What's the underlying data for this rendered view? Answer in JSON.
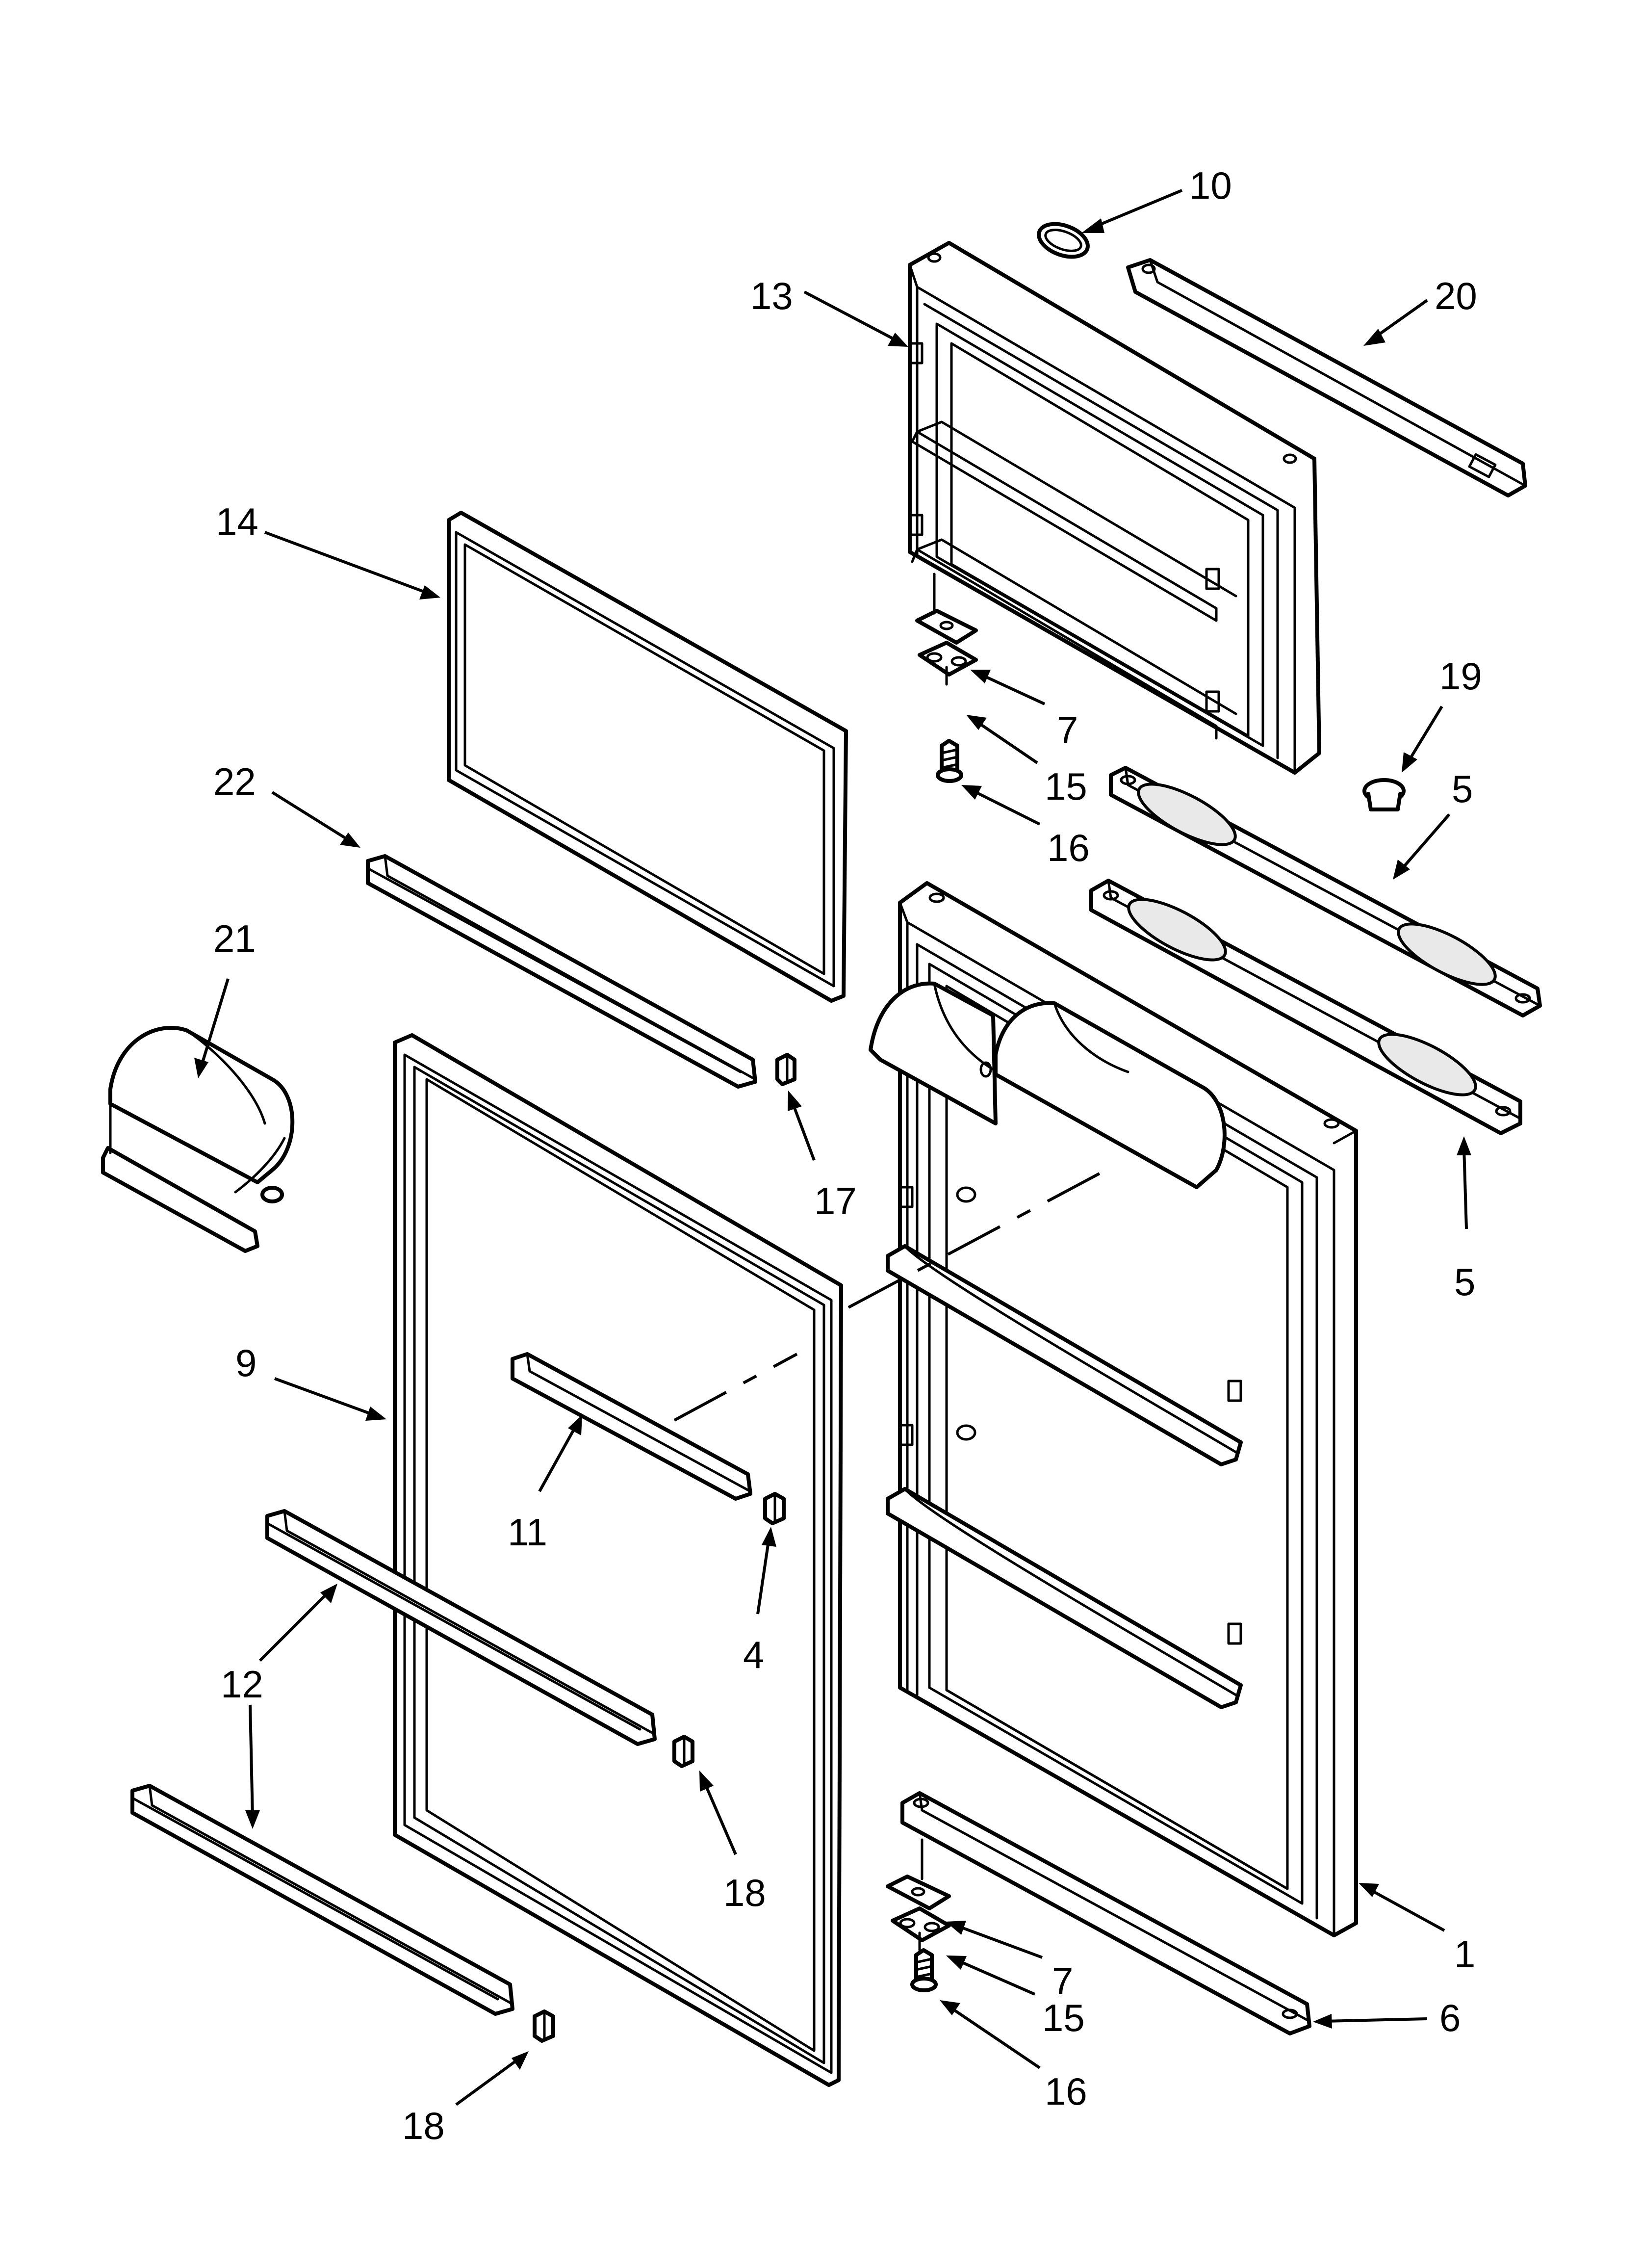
{
  "diagram": {
    "callouts": [
      {
        "id": "c10",
        "label": "10"
      },
      {
        "id": "c20",
        "label": "20"
      },
      {
        "id": "c13",
        "label": "13"
      },
      {
        "id": "c14",
        "label": "14"
      },
      {
        "id": "c19",
        "label": "19"
      },
      {
        "id": "c7a",
        "label": "7"
      },
      {
        "id": "c15a",
        "label": "15"
      },
      {
        "id": "c5a",
        "label": "5"
      },
      {
        "id": "c16a",
        "label": "16"
      },
      {
        "id": "c22",
        "label": "22"
      },
      {
        "id": "c21",
        "label": "21"
      },
      {
        "id": "c17",
        "label": "17"
      },
      {
        "id": "c5b",
        "label": "5"
      },
      {
        "id": "c9",
        "label": "9"
      },
      {
        "id": "c11",
        "label": "11"
      },
      {
        "id": "c4",
        "label": "4"
      },
      {
        "id": "c12",
        "label": "12"
      },
      {
        "id": "c18a",
        "label": "18"
      },
      {
        "id": "c1",
        "label": "1"
      },
      {
        "id": "c7b",
        "label": "7"
      },
      {
        "id": "c6",
        "label": "6"
      },
      {
        "id": "c15b",
        "label": "15"
      },
      {
        "id": "c16b",
        "label": "16"
      },
      {
        "id": "c18b",
        "label": "18"
      }
    ]
  }
}
